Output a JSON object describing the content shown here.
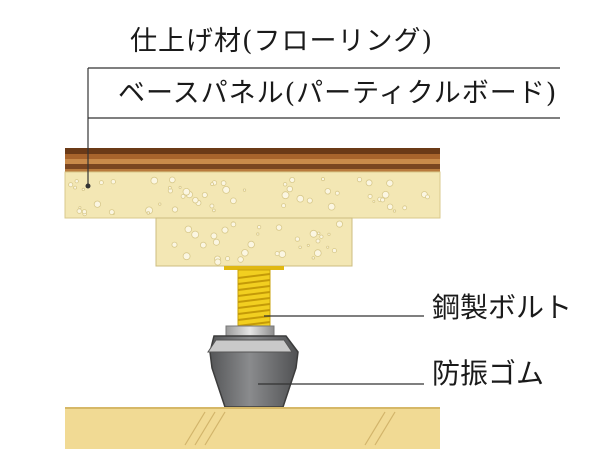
{
  "labels": {
    "finish": "仕上げ材(フローリング)",
    "base_panel": "ベースパネル(パーティクルボード)",
    "bolt": "鋼製ボルト",
    "rubber": "防振ゴム"
  },
  "colors": {
    "flooring_dark": "#6b3a17",
    "flooring_mid": "#a8642c",
    "flooring_light": "#c98a4a",
    "particle_board": "#f3e7b4",
    "particle_dots": "#e9dca4",
    "bolt": "#f2cf20",
    "rubber": "#707173",
    "slab": "#f1da94",
    "leader_line": "#333333"
  }
}
